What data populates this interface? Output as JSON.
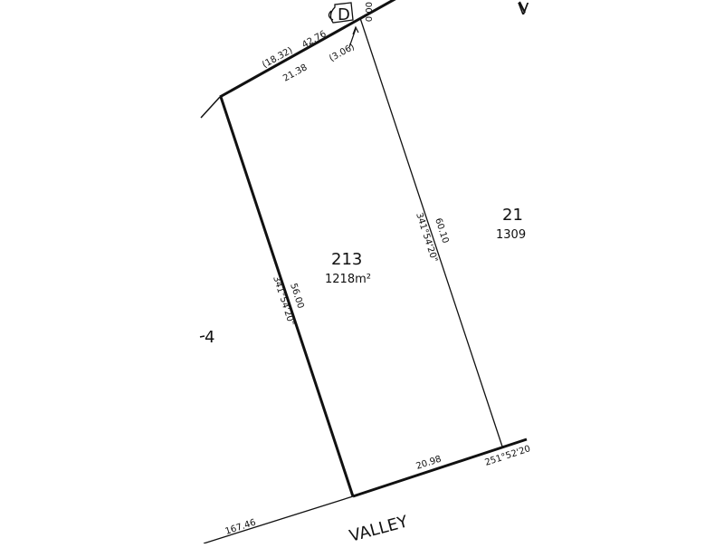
{
  "lot": {
    "number": "213",
    "area": "1218m²"
  },
  "neighbor_right": {
    "number": "21",
    "area": "1309"
  },
  "neighbor_left": {
    "number": "4"
  },
  "top_right_fragment": "V",
  "street": {
    "name": "VALLEY",
    "length": "167.46"
  },
  "top_boundary": {
    "dim_1": "(18.32)",
    "dim_2": "42.76",
    "dim_3": "21.38",
    "dim_4": "(3.06)",
    "marker": "D",
    "corner_label": "00.0"
  },
  "left_boundary": {
    "length": "56.00",
    "bearing": "341°54'20\""
  },
  "right_boundary": {
    "length": "60.10",
    "bearing": "341°54'20\""
  },
  "bottom_boundary": {
    "length": "20.98",
    "bearing": "251°52'20"
  }
}
